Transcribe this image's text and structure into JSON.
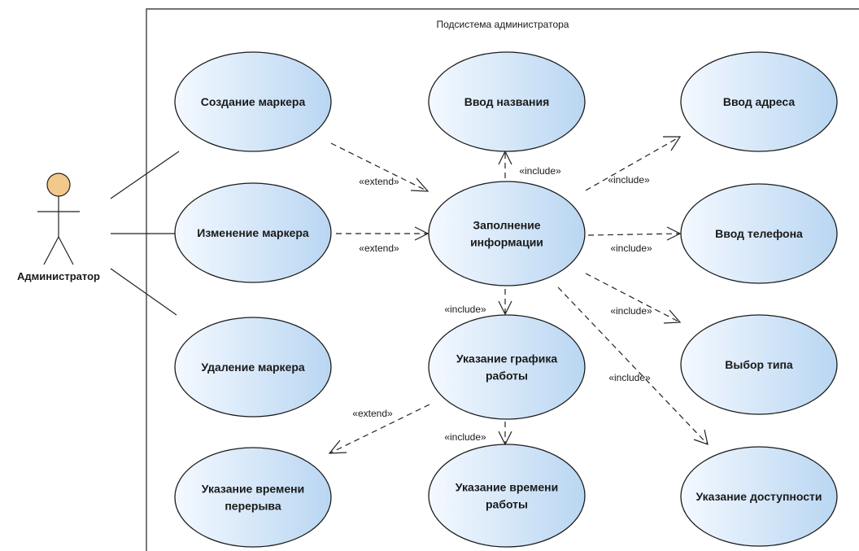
{
  "system": {
    "title": "Подсистема администратора"
  },
  "actor": {
    "name": "Администратор"
  },
  "use_cases": {
    "create": [
      "Создание маркера"
    ],
    "edit": [
      "Изменение маркера"
    ],
    "delete": [
      "Удаление маркера"
    ],
    "name": [
      "Ввод названия"
    ],
    "fill": [
      "Заполнение",
      "информации"
    ],
    "schedule": [
      "Указание графика",
      "работы"
    ],
    "break_time": [
      "Указание времени",
      "перерыва"
    ],
    "work_time": [
      "Указание времени",
      "работы"
    ],
    "address": [
      "Ввод адреса"
    ],
    "phone": [
      "Ввод телефона"
    ],
    "type": [
      "Выбор типа"
    ],
    "availability": [
      "Указание доступности"
    ]
  },
  "relations": {
    "extend": "«extend»",
    "include": "«include»"
  },
  "colors": {
    "ellipse_fill_light": "#f4f9ff",
    "ellipse_fill_dark": "#b9d6f2",
    "ellipse_stroke": "#1c1c1c",
    "actor_head": "#f3c98b"
  }
}
